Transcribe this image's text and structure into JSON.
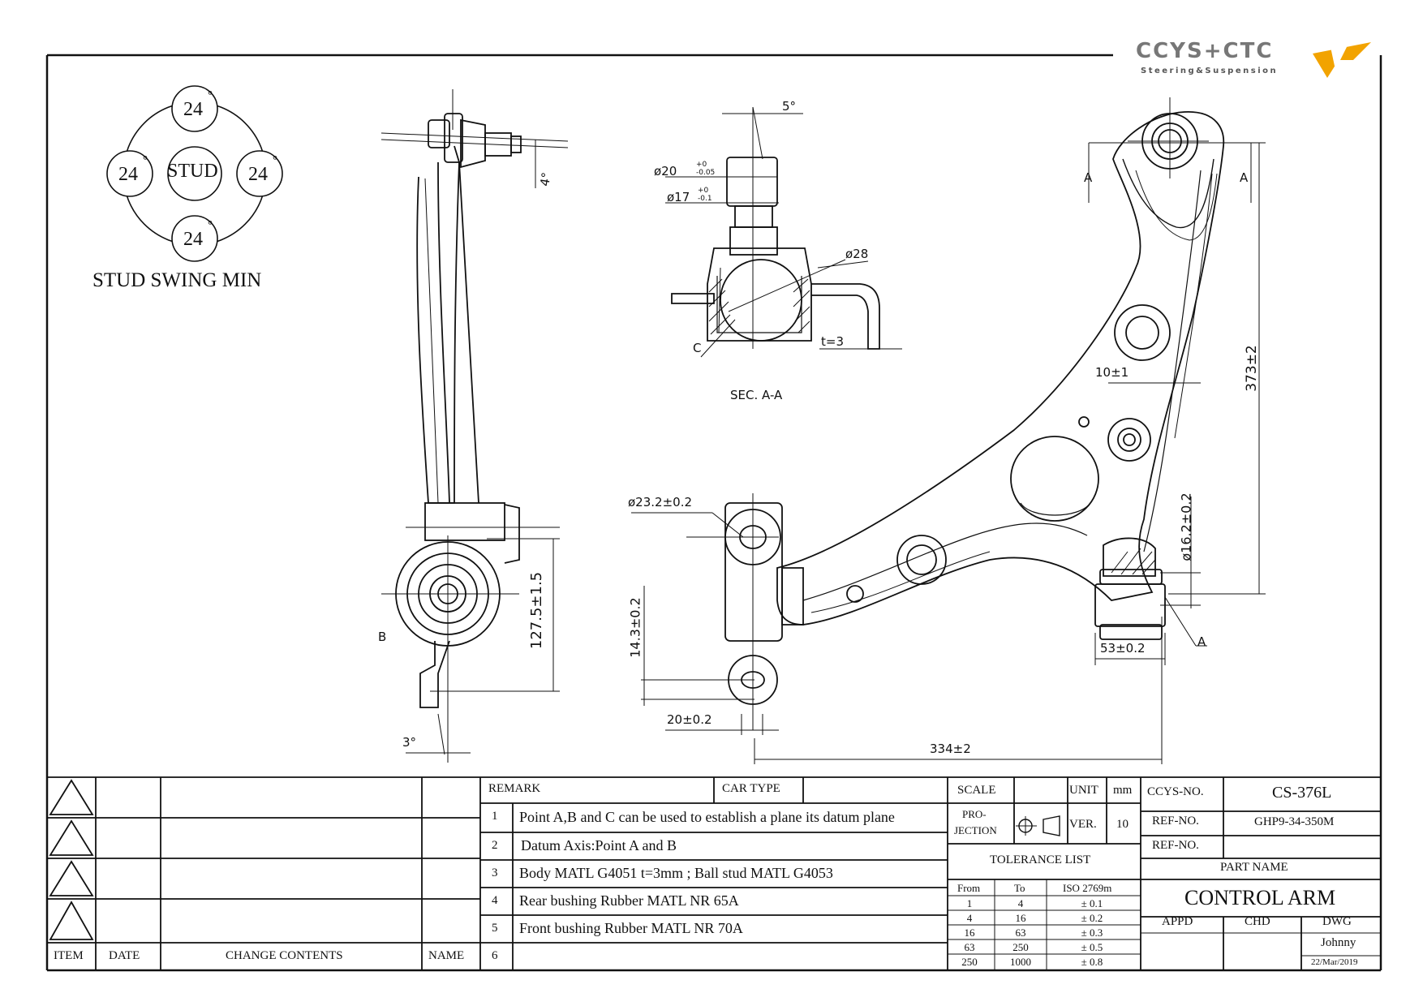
{
  "logo": {
    "brand": "CCYS+CTC",
    "tagline": "Steering&Suspension",
    "accent_color": "#f2a300"
  },
  "stud_swing": {
    "center": "STUD",
    "values": [
      "24",
      "24",
      "24",
      "24"
    ],
    "unit": "°",
    "caption": "STUD SWING MIN"
  },
  "side_view": {
    "angle_top": "4°",
    "angle_bottom": "3°",
    "dim_height": "127.5±1.5",
    "point_label": "B"
  },
  "section": {
    "title": "SEC. A-A",
    "angle": "5°",
    "d20": "ø20",
    "d20_tol_upper": "+0",
    "d20_tol_lower": "-0.05",
    "d17": "ø17",
    "d17_tol_upper": "+0",
    "d17_tol_lower": "-0.1",
    "d28": "ø28",
    "thickness": "t=3",
    "point_label": "C"
  },
  "plan_view": {
    "section_mark": "A",
    "dim_373": "373±2",
    "dim_10": "10±1",
    "dim_16": "ø16.2±0.2",
    "dim_53": "53±0.2",
    "dim_334": "334±2",
    "dim_23": "ø23.2±0.2",
    "dim_14": "14.3±0.2",
    "dim_20": "20±0.2",
    "point_label": "A"
  },
  "title_block": {
    "revision_headers": {
      "item": "ITEM",
      "date": "DATE",
      "change": "CHANGE CONTENTS",
      "name": "NAME"
    },
    "remark_header": "REMARK",
    "car_type_label": "CAR TYPE",
    "remarks": [
      {
        "no": "1",
        "text": "Point A,B and C can be used to establish a plane its datum plane"
      },
      {
        "no": "2",
        "text": "Datum Axis:Point A and B"
      },
      {
        "no": "3",
        "text": "Body MATL G4051  t=3mm ; Ball stud MATL G4053"
      },
      {
        "no": "4",
        "text": "Rear bushing Rubber MATL NR 65A"
      },
      {
        "no": "5",
        "text": "Front bushing Rubber MATL NR 70A"
      },
      {
        "no": "6",
        "text": ""
      }
    ],
    "scale_label": "SCALE",
    "unit_label": "UNIT",
    "unit_value": "mm",
    "projection_label_1": "PRO-",
    "projection_label_2": "JECTION",
    "ver_label": "VER.",
    "ver_value": "10",
    "tolerance_title": "TOLERANCE LIST",
    "tolerance_headers": {
      "from": "From",
      "to": "To",
      "iso": "ISO 2769m"
    },
    "tolerances": [
      {
        "from": "1",
        "to": "4",
        "tol": "± 0.1"
      },
      {
        "from": "4",
        "to": "16",
        "tol": "± 0.2"
      },
      {
        "from": "16",
        "to": "63",
        "tol": "± 0.3"
      },
      {
        "from": "63",
        "to": "250",
        "tol": "± 0.5"
      },
      {
        "from": "250",
        "to": "1000",
        "tol": "± 0.8"
      }
    ],
    "ccys_no_label": "CCYS-NO.",
    "ccys_no": "CS-376L",
    "ref_no_label": "REF-NO.",
    "ref_no": "GHP9-34-350M",
    "ref_no2_label": "REF-NO.",
    "ref_no2": "",
    "part_name_label": "PART NAME",
    "part_name": "CONTROL ARM",
    "appd_label": "APPD",
    "chd_label": "CHD",
    "dwg_label": "DWG",
    "drawer": "Johnny",
    "date": "22/Mar/2019"
  }
}
